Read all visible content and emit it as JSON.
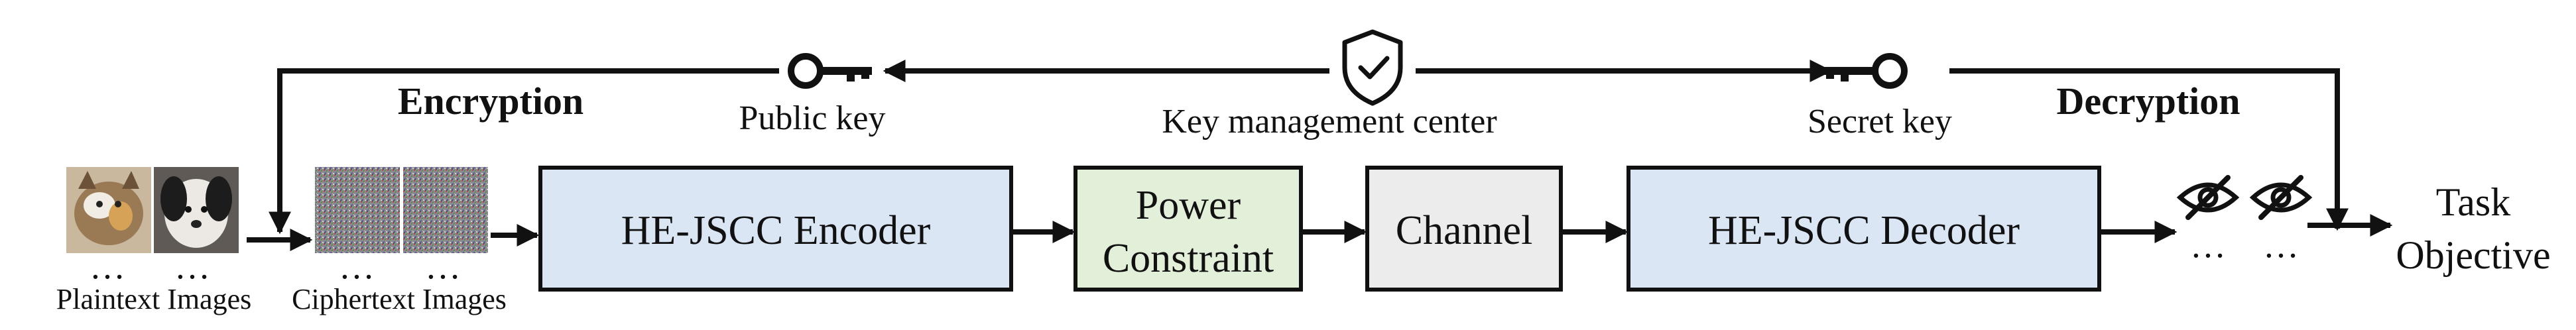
{
  "labels": {
    "encryption": "Encryption",
    "decryption": "Decryption",
    "public_key": "Public key",
    "secret_key": "Secret key",
    "key_center": "Key management center",
    "plaintext": "Plaintext Images",
    "ciphertext": "Ciphertext Images",
    "encoder": "HE-JSCC Encoder",
    "power_line1": "Power",
    "power_line2": "Constraint",
    "channel": "Channel",
    "decoder": "HE-JSCC Decoder",
    "task_line1": "Task",
    "task_line2": "Objective",
    "ellipsis": "…"
  },
  "icons": {
    "public_key": "key-icon",
    "key_center": "shield-check-icon",
    "secret_key": "key-icon",
    "hidden_outputs": "eye-slash-icon",
    "plaintext": "photo-thumbnail",
    "ciphertext": "noise-thumbnail"
  },
  "colors": {
    "encoder_fill": "#dbe6f4",
    "power_fill": "#e2efd9",
    "channel_fill": "#ececec",
    "decoder_fill": "#dbe6f4",
    "stroke": "#111111"
  }
}
